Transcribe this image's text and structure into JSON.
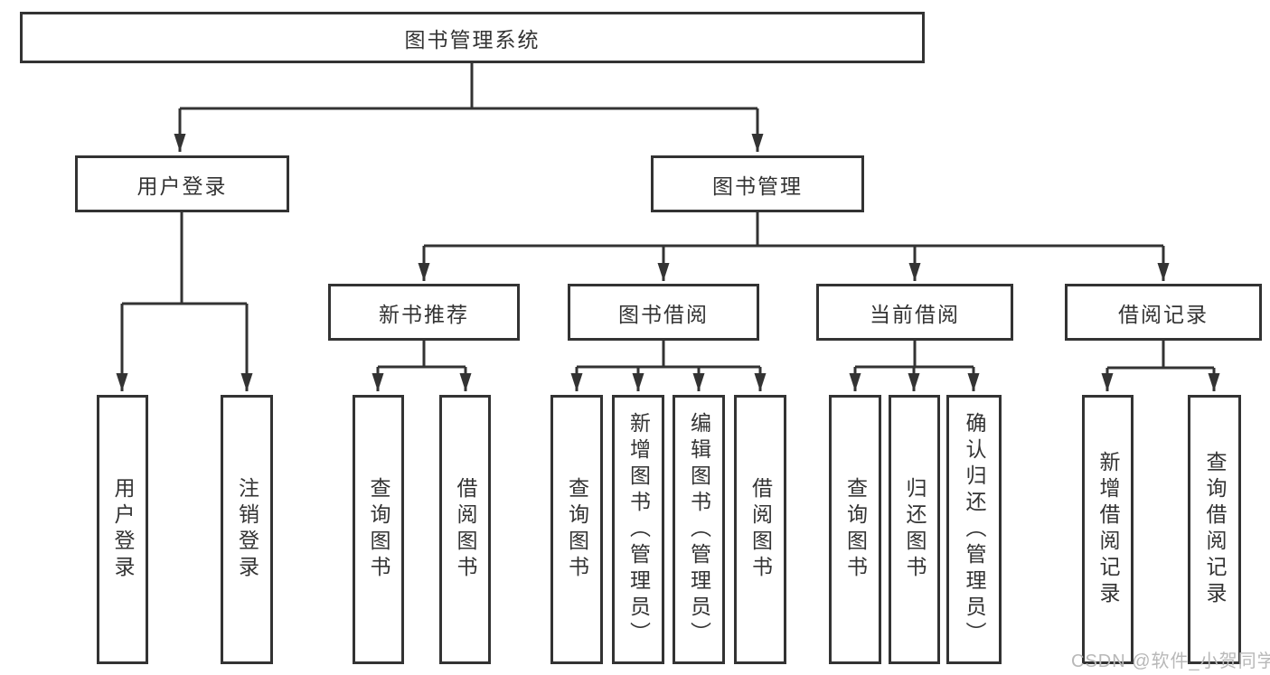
{
  "tree": {
    "label": "图书管理系统",
    "children": [
      {
        "label": "用户登录",
        "children": [
          {
            "label": "用户登录"
          },
          {
            "label": "注销登录"
          }
        ]
      },
      {
        "label": "图书管理",
        "children": [
          {
            "label": "新书推荐",
            "children": [
              {
                "label": "查询图书"
              },
              {
                "label": "借阅图书"
              }
            ]
          },
          {
            "label": "图书借阅",
            "children": [
              {
                "label": "查询图书"
              },
              {
                "label": "新增图书（管理员）"
              },
              {
                "label": "编辑图书（管理员）"
              },
              {
                "label": "借阅图书"
              }
            ]
          },
          {
            "label": "当前借阅",
            "children": [
              {
                "label": "查询图书"
              },
              {
                "label": "归还图书"
              },
              {
                "label": "确认归还（管理员）"
              }
            ]
          },
          {
            "label": "借阅记录",
            "children": [
              {
                "label": "新增借阅记录"
              },
              {
                "label": "查询借阅记录"
              }
            ]
          }
        ]
      }
    ]
  },
  "watermark": {
    "text": "CSDN @软件_小贺同学"
  },
  "colors": {
    "line": "#333333",
    "text": "#333333",
    "background": "#ffffff",
    "watermark": "#b8b8b8"
  }
}
